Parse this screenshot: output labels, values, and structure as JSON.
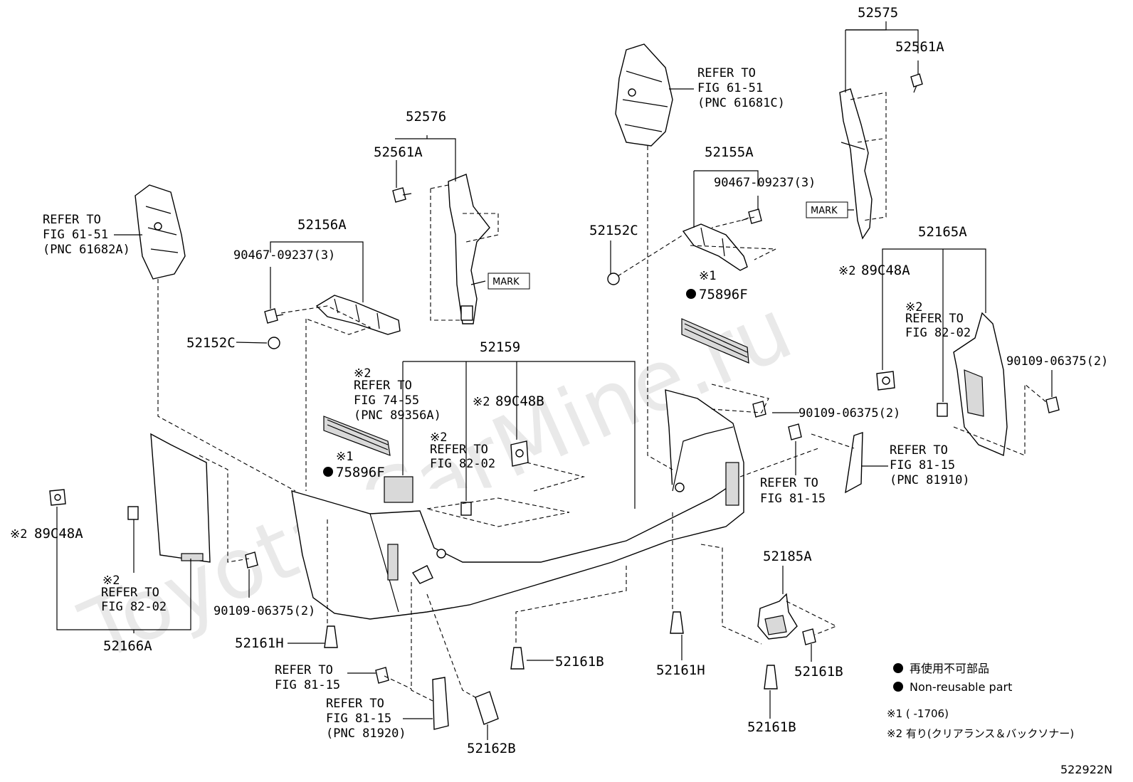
{
  "watermark": "Toyota-CarMine.ru",
  "diagram_id": "522922N",
  "labels": {
    "p52575": "52575",
    "p52561A_r": "52561A",
    "p52576": "52576",
    "p52561A_l": "52561A",
    "refer_6151_r": [
      "REFER TO",
      "FIG 61-51",
      "(PNC 61681C)"
    ],
    "refer_6151_l": [
      "REFER TO",
      "FIG 61-51",
      "(PNC 61682A)"
    ],
    "p52155A": "52155A",
    "p90467_r": "90467-09237(3)",
    "p52152C_r": "52152C",
    "p52156A": "52156A",
    "p90467_l": "90467-09237(3)",
    "p52152C_l": "52152C",
    "mark_l": "MARK",
    "mark_r": "MARK",
    "note1_r": "※1",
    "p75896F_r": "75896F",
    "p52165A": "52165A",
    "n2_89C48A_r": "※2",
    "p89C48A_r": "89C48A",
    "refer_8202_r": [
      "※2",
      "REFER TO",
      "FIG 82-02"
    ],
    "p90109_r": "90109-06375(2)",
    "p52159": "52159",
    "refer_7455": [
      "※2",
      "REFER TO",
      "FIG 74-55",
      "(PNC 89356A)"
    ],
    "n2_89C48B": "※2",
    "p89C48B": "89C48B",
    "refer_8202_m": [
      "※2",
      "REFER TO",
      "FIG 82-02"
    ],
    "note1_l": "※1",
    "p75896F_l": "75896F",
    "p90109_m": "90109-06375(2)",
    "refer_8115_r": [
      "REFER TO",
      "FIG 81-15",
      "(PNC 81910)"
    ],
    "refer_8115_m": [
      "REFER TO",
      "FIG 81-15"
    ],
    "n2_89C48A_l": "※2",
    "p89C48A_l": "89C48A",
    "refer_8202_l": [
      "※2",
      "REFER TO",
      "FIG 82-02"
    ],
    "p90109_l": "90109-06375(2)",
    "p52166A": "52166A",
    "p52161H_l": "52161H",
    "p52161H_r": "52161H",
    "p52185A": "52185A",
    "p52161B_m": "52161B",
    "p52161B_r": "52161B",
    "p52161B_b": "52161B",
    "refer_8115_l": [
      "REFER TO",
      "FIG 81-15"
    ],
    "refer_8115_b": [
      "REFER TO",
      "FIG 81-15",
      "(PNC 81920)"
    ],
    "p52162B": "52162B"
  },
  "legend": {
    "jp": "再使用不可部品",
    "en": "Non-reusable part",
    "note1": "※1 (    -1706)",
    "note2": "※2 有り(クリアランス＆バックソナー)"
  }
}
